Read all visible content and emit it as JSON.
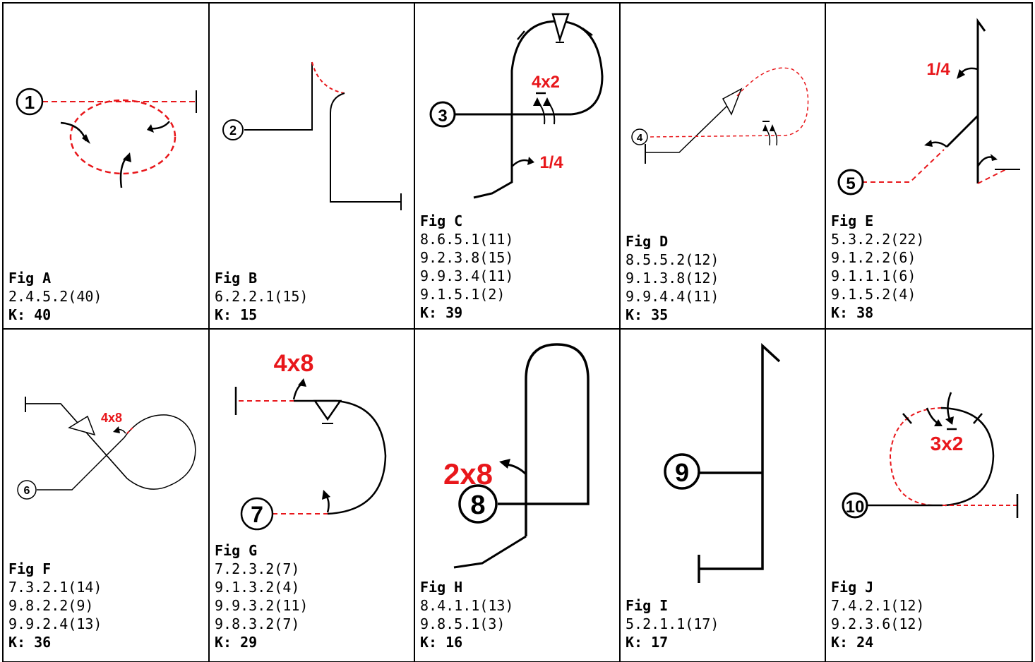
{
  "figures": [
    {
      "title": "Fig A",
      "lines": [
        "2.4.5.2(40)"
      ],
      "k": "K: 40",
      "num": "1"
    },
    {
      "title": "Fig B",
      "lines": [
        "6.2.2.1(15)"
      ],
      "k": "K: 15",
      "num": "2"
    },
    {
      "title": "Fig C",
      "lines": [
        "8.6.5.1(11)",
        "9.2.3.8(15)",
        "9.9.3.4(11)",
        "9.1.5.1(2)"
      ],
      "k": "K: 39",
      "num": "3",
      "labels": [
        "4x2",
        "1/4"
      ]
    },
    {
      "title": "Fig D",
      "lines": [
        "8.5.5.2(12)",
        "9.1.3.8(12)",
        "9.9.4.4(11)"
      ],
      "k": "K: 35",
      "num": "4"
    },
    {
      "title": "Fig E",
      "lines": [
        "5.3.2.2(22)",
        "9.1.2.2(6)",
        "9.1.1.1(6)",
        "9.1.5.2(4)"
      ],
      "k": "K: 38",
      "num": "5",
      "labels": [
        "1/4"
      ]
    },
    {
      "title": "Fig F",
      "lines": [
        "7.3.2.1(14)",
        "9.8.2.2(9)",
        "9.9.2.4(13)"
      ],
      "k": "K: 36",
      "num": "6",
      "labels": [
        "4x8"
      ]
    },
    {
      "title": "Fig G",
      "lines": [
        "7.2.3.2(7)",
        "9.1.3.2(4)",
        "9.9.3.2(11)",
        "9.8.3.2(7)"
      ],
      "k": "K: 29",
      "num": "7",
      "labels": [
        "4x8"
      ]
    },
    {
      "title": "Fig H",
      "lines": [
        "8.4.1.1(13)",
        "9.8.5.1(3)"
      ],
      "k": "K: 16",
      "num": "8",
      "labels": [
        "2x8"
      ]
    },
    {
      "title": "Fig I",
      "lines": [
        "5.2.1.1(17)"
      ],
      "k": "K: 17",
      "num": "9"
    },
    {
      "title": "Fig J",
      "lines": [
        "7.4.2.1(12)",
        "9.2.3.6(12)"
      ],
      "k": "K: 24",
      "num": "10",
      "labels": [
        "3x2"
      ]
    }
  ],
  "colors": {
    "line": "#000000",
    "accent": "#e8171b"
  }
}
